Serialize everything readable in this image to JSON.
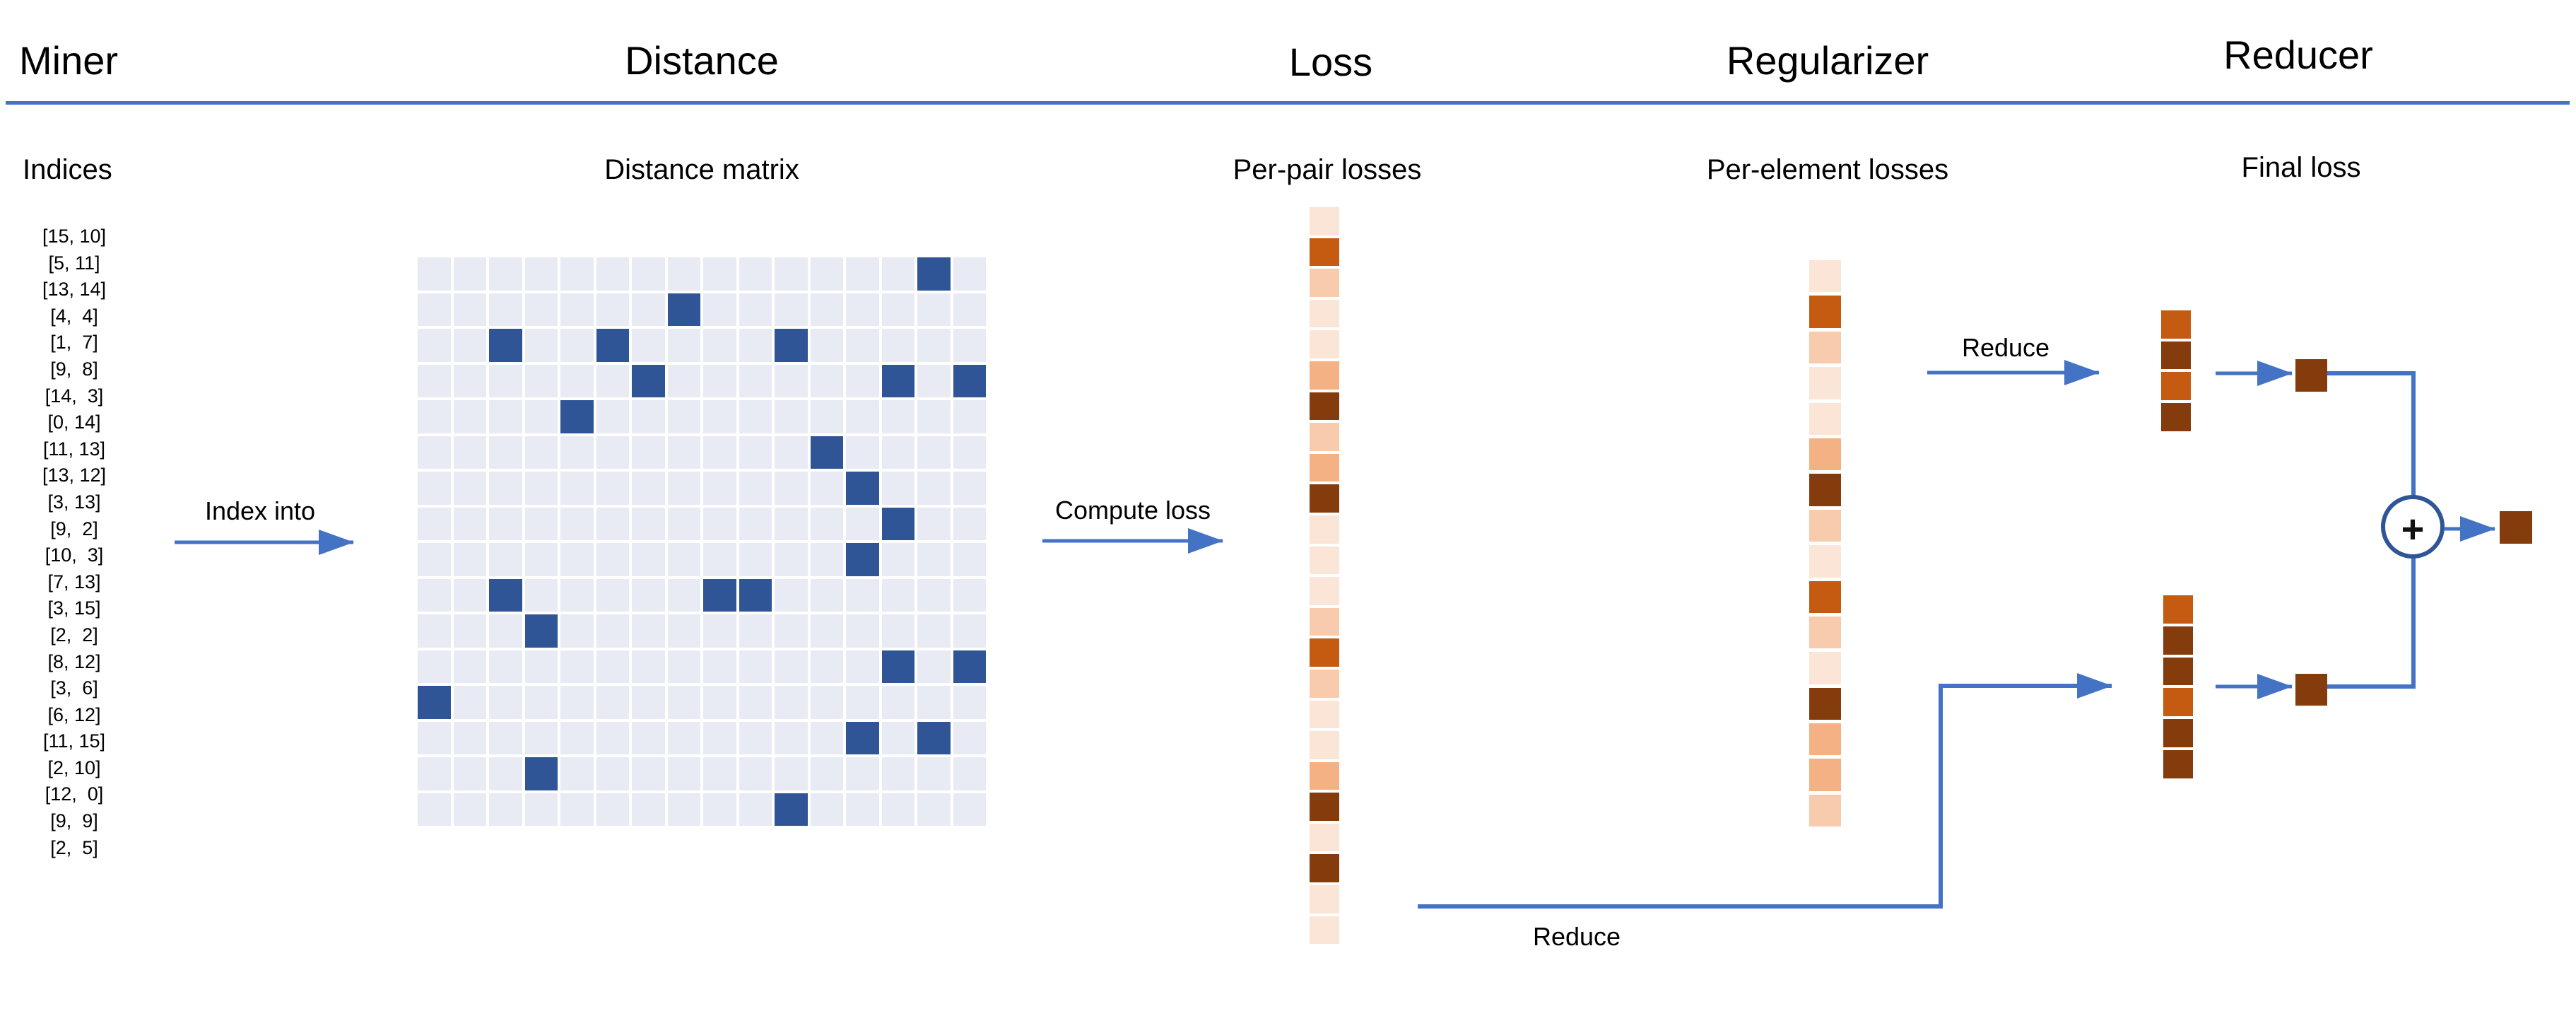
{
  "palette": {
    "L": "#FBE5D6",
    "MP": "#F8CBAD",
    "MO": "#F4B183",
    "DO": "#C55A11",
    "DB": "#843C0C",
    "matrix_bg": "#E9EBF4",
    "matrix_highlight": "#2F5597",
    "arrow_blue": "#4472C4",
    "circle_stroke": "#2F5597",
    "plus_color": "#111111",
    "circle_fill": "#FFFFFF"
  },
  "header": {
    "miner": "Miner",
    "distance": "Distance",
    "loss": "Loss",
    "regularizer": "Regularizer",
    "reducer": "Reducer"
  },
  "miner": {
    "subtitle": "Indices",
    "indices": [
      "[15, 10]",
      "[5, 11]",
      "[13, 14]",
      "[4,  4]",
      "[1,  7]",
      "[9,  8]",
      "[14,  3]",
      "[0, 14]",
      "[11, 13]",
      "[13, 12]",
      "[3, 13]",
      "[9,  2]",
      "[10,  3]",
      "[7, 13]",
      "[3, 15]",
      "[2,  2]",
      "[8, 12]",
      "[3,  6]",
      "[6, 12]",
      "[11, 15]",
      "[2, 10]",
      "[12,  0]",
      "[9,  9]",
      "[2,  5]"
    ],
    "label_index_into": "Index into"
  },
  "distance": {
    "subtitle": "Distance matrix",
    "grid_size": 16,
    "highlighted_cells": [
      [
        0,
        14
      ],
      [
        1,
        7
      ],
      [
        2,
        2
      ],
      [
        2,
        5
      ],
      [
        2,
        10
      ],
      [
        3,
        6
      ],
      [
        3,
        13
      ],
      [
        3,
        15
      ],
      [
        4,
        4
      ],
      [
        5,
        11
      ],
      [
        6,
        12
      ],
      [
        7,
        13
      ],
      [
        8,
        12
      ],
      [
        9,
        2
      ],
      [
        9,
        8
      ],
      [
        9,
        9
      ],
      [
        10,
        3
      ],
      [
        11,
        13
      ],
      [
        11,
        15
      ],
      [
        12,
        0
      ],
      [
        13,
        12
      ],
      [
        13,
        14
      ],
      [
        14,
        3
      ],
      [
        15,
        10
      ]
    ]
  },
  "loss": {
    "subtitle": "Per-pair losses",
    "label_compute_loss": "Compute loss",
    "cells": [
      "L",
      "DO",
      "MP",
      "L",
      "L",
      "MO",
      "DB",
      "MP",
      "MO",
      "DB",
      "L",
      "L",
      "L",
      "MP",
      "DO",
      "MP",
      "L",
      "L",
      "MO",
      "DB",
      "L",
      "DB",
      "L",
      "L"
    ]
  },
  "regularizer": {
    "subtitle": "Per-element losses",
    "cells": [
      "L",
      "DO",
      "MP",
      "L",
      "L",
      "MO",
      "DB",
      "MP",
      "L",
      "DO",
      "MP",
      "L",
      "DB",
      "MO",
      "MO",
      "MP"
    ]
  },
  "reducer": {
    "subtitle": "Final loss",
    "label_reduce_top": "Reduce",
    "label_reduce_bottom": "Reduce",
    "top_strip": [
      "DO",
      "DB",
      "DO",
      "DB"
    ],
    "bottom_strip": [
      "DO",
      "DB",
      "DB",
      "DO",
      "DB",
      "DB"
    ],
    "plus_symbol": "+"
  }
}
